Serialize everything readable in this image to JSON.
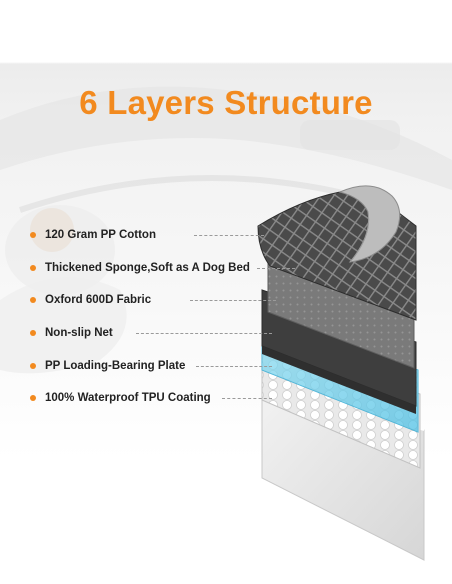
{
  "title": "6 Layers Structure",
  "accent_color": "#f28a1f",
  "layers": [
    {
      "label": "120 Gram PP Cotton"
    },
    {
      "label": "Thickened Sponge,Soft as A Dog Bed"
    },
    {
      "label": "Oxford 600D Fabric"
    },
    {
      "label": "Non-slip Net"
    },
    {
      "label": "PP Loading-Bearing Plate"
    },
    {
      "label": "100% Waterproof TPU Coating"
    }
  ],
  "icons": [
    "bullet-dot-icon"
  ]
}
